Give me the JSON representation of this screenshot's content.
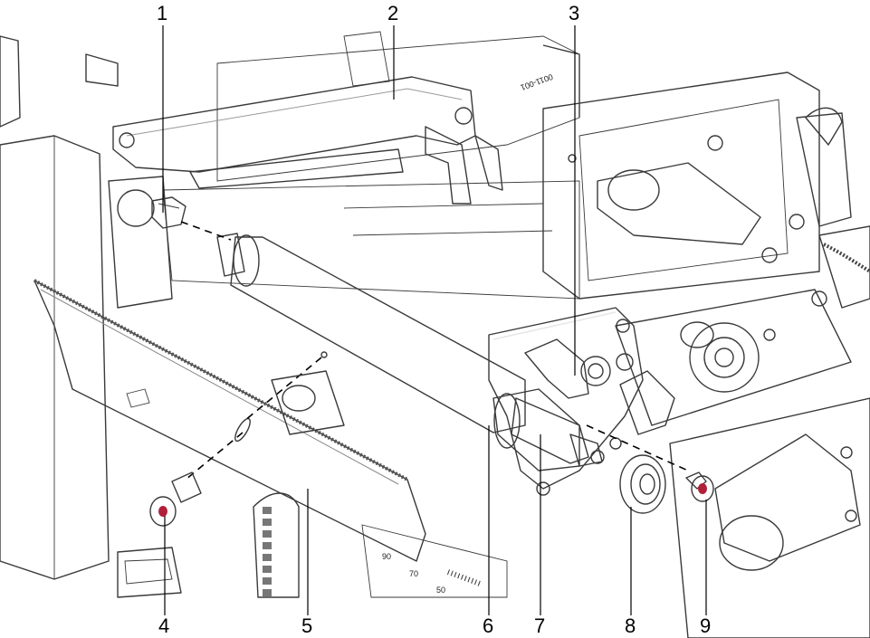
{
  "diagram": {
    "callouts": [
      {
        "id": "1",
        "label": "1"
      },
      {
        "id": "2",
        "label": "2"
      },
      {
        "id": "3",
        "label": "3"
      },
      {
        "id": "4",
        "label": "4"
      },
      {
        "id": "5",
        "label": "5"
      },
      {
        "id": "6",
        "label": "6"
      },
      {
        "id": "7",
        "label": "7"
      },
      {
        "id": "8",
        "label": "8"
      },
      {
        "id": "9",
        "label": "9"
      }
    ],
    "scale_marks": [
      "90",
      "70",
      "50"
    ],
    "colors": {
      "roller_green": "#a6c832",
      "roller_green_dark": "#7f9c1e",
      "screw_red": "#e8506a",
      "casing": "#f4f4f4",
      "mechanism_gray": "#b8b8b8",
      "bracket_dark": "#555555"
    }
  }
}
